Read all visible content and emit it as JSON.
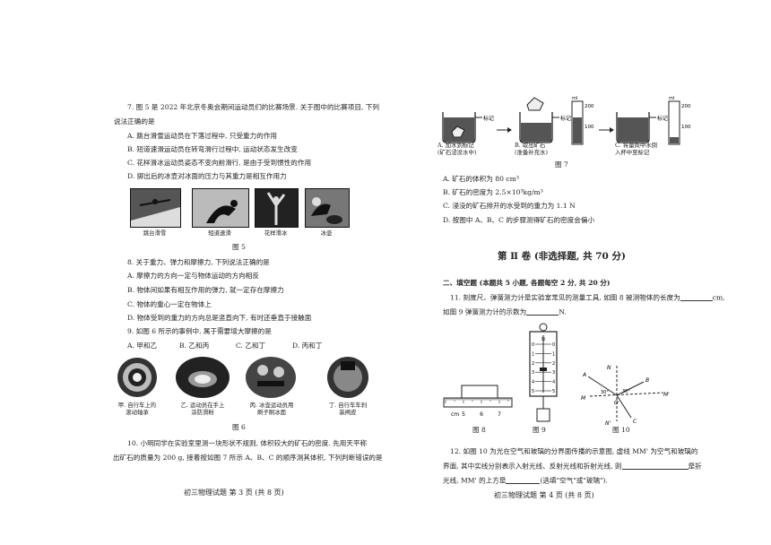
{
  "left_page": {
    "q7": {
      "stem_line1": "7. 图 5 是 2022 年北京冬奥会期间运动员们的比赛场景. 关于图中的比赛项目, 下列",
      "stem_line2": "说法正确的是",
      "options": [
        "A. 跳台滑雪运动员在下落过程中, 只受重力的作用",
        "B. 短道速滑运动员在转弯滑行过程中, 运动状态发生改变",
        "C. 花样滑冰运动员姿态不变向前滑行, 是由于受到惯性的作用",
        "D. 掷出后的冰壶对冰面的压力与其重力是相互作用力"
      ],
      "photo_labels": [
        "跳台滑雪",
        "短道速滑",
        "花样滑冰",
        "冰壶"
      ],
      "figure_caption": "图 5"
    },
    "q8": {
      "stem": "8. 关于重力、弹力和摩擦力, 下列说法正确的是",
      "options": [
        "A. 摩擦力的方向一定与物体运动的方向相反",
        "B. 物体间如果有相互作用的弹力, 就一定存在摩擦力",
        "C. 物体的重心一定在物体上",
        "D. 物体受到的重力的方向总是竖直向下, 有时还垂直于接触面"
      ]
    },
    "q9": {
      "stem": "9. 如图 6 所示的事例中, 属于需要增大摩擦的是",
      "options": [
        "A. 甲和乙",
        "B. 乙和丙",
        "C. 乙和丁",
        "D. 丙和丁"
      ],
      "photo_labels": [
        [
          "甲. 自行车上的",
          "滚动轴承"
        ],
        [
          "乙. 运动员在手上",
          "涂防滑粉"
        ],
        [
          "丙. 冰壶运动员用",
          "刷子刷冰面"
        ],
        [
          "丁. 自行车车刹",
          "装闸皮"
        ]
      ],
      "figure_caption": "图 6"
    },
    "q10": {
      "line1": "10. 小明同学在实验室里测一块形状不规则, 体积较大的矿石的密度. 先用天平称",
      "line2": "出矿石的质量为 200 g, 接着按如图 7 所示 A、B、C 的顺序测其体积, 下列判断错误的是"
    },
    "footer": "初三物理试题   第 3 页   (共 8 页)"
  },
  "right_page": {
    "fig7": {
      "labels": [
        [
          "A. 加水到标记",
          "(矿石浸没水中)"
        ],
        [
          "B. 取出矿石",
          "(准备补充水)"
        ],
        [
          "C. 将量筒中水倒",
          "入杯中至标记"
        ]
      ],
      "mark_label": "标记",
      "unit": "ml",
      "scale_top": "200",
      "scale_bottom": "100",
      "caption": "图 7"
    },
    "q10_options": [
      "A. 矿石的体积为 80 cm³",
      "B. 矿石的密度为 2.5×10³kg/m³",
      "C. 浸没的矿石排开的水受到的重力为 1.1 N",
      "D. 按图中 A、B、C 的步骤测得矿石的密度会偏小"
    ],
    "section_title": "第 Ⅱ 卷 (非选择题, 共 70 分)",
    "fill_header": "二、填空题 (本题共 5 小题, 各题每空 2 分, 共 20 分)",
    "q11": {
      "line1a": "11. 刻度尺、弹簧测力计是实验室常见的测量工具, 如图 8 被测物体的长度为",
      "line1b": "cm,",
      "line2a": "如图 9 弹簧测力计的示数为",
      "line2b": "N."
    },
    "fig8": {
      "caption": "图 8",
      "unit": "cm",
      "ticks": [
        "5",
        "6",
        "7"
      ]
    },
    "fig9": {
      "caption": "图 9",
      "unit": "N",
      "scale": [
        "0",
        "1",
        "2",
        "3",
        "4",
        "5"
      ]
    },
    "fig10": {
      "caption": "图 10",
      "labels": {
        "A": "A",
        "B": "B",
        "C": "C",
        "N": "N",
        "N2": "N'",
        "M": "M",
        "M2": "M'",
        "O": "O",
        "angle1": "30°",
        "angle2": "30°"
      }
    },
    "q12": {
      "line1": "12. 如图 10 为光在空气和玻璃的分界面传播的示意图, 虚线 MM' 为空气和玻璃的",
      "line2a": "界面, 其中实线分别表示入射光线、反射光线和折射光线, 则",
      "line2b": "是折",
      "line3a": "光线, MM' 的上方是",
      "line3b": "(选填\"空气\"或\"玻璃\")."
    },
    "footer": "初三物理试题   第 4 页   (共 8 页)"
  }
}
